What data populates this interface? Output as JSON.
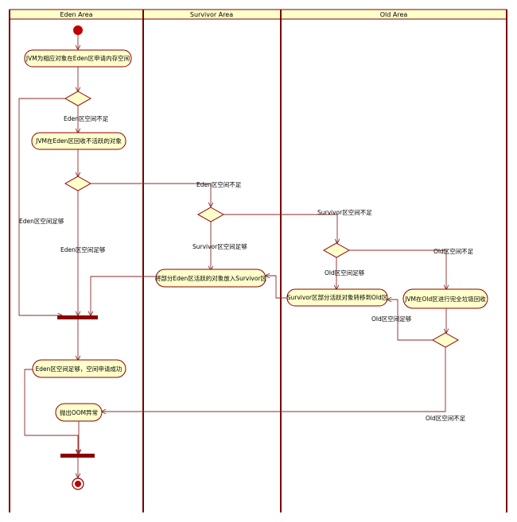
{
  "lanes": {
    "eden": "Eden Area",
    "survivor": "Survivor Area",
    "old": "Old Area"
  },
  "actions": {
    "request_space": "JVM为相应对象在Eden区申请内存空间",
    "eden_gc": "JVM在Eden区回收不活跃的对象",
    "move_to_survivor": "将部分Eden区活跃的对象放入Survivor区",
    "survivor_to_old": "Survivor区部分活跃对象转移到Old区",
    "full_gc": "JVM在Old区进行完全垃圾回收",
    "alloc_success": "Eden区空间足够，空间申请成功",
    "throw_oom": "抛出OOM异常"
  },
  "guards": {
    "eden_insufficient_1": "Eden区空间不足",
    "eden_sufficient_left": "Eden区空间足够",
    "eden_insufficient_2": "Eden区空间不足",
    "eden_sufficient_2": "Eden区空间足够",
    "survivor_insufficient": "Survivor区空间不足",
    "survivor_sufficient": "Survivor区空间足够",
    "old_insufficient_1": "Old区空间不足",
    "old_sufficient_1": "Old区空间足够",
    "old_sufficient_2": "Old区空间足够",
    "old_insufficient_2": "Old区空间不足"
  },
  "colors": {
    "lane_border": "#7a0000",
    "node_fill": "#ffffcc",
    "node_border": "#8b0000",
    "flow_line": "#8b2a2a",
    "start_node": "#c00000"
  }
}
